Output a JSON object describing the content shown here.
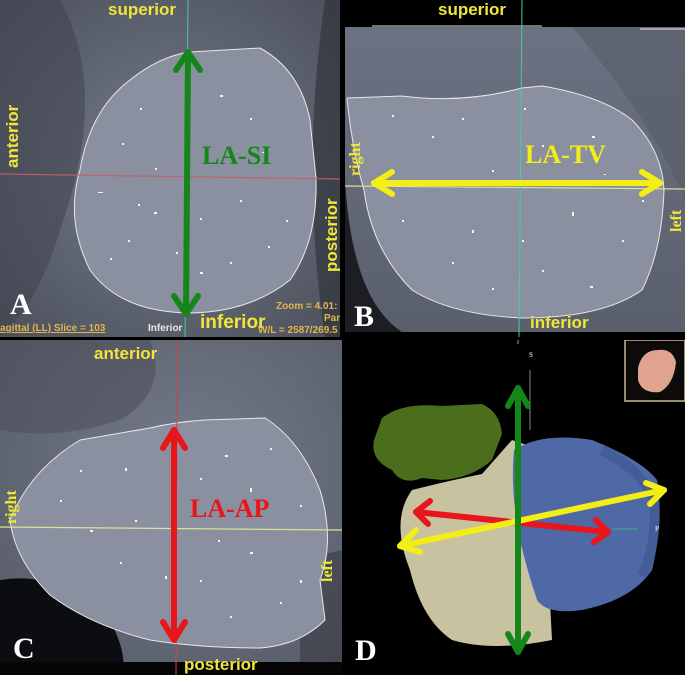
{
  "figure": {
    "colors": {
      "orientation_label": "#f0e63a",
      "panel_letter": "#ffffff",
      "la_si_arrow": "#15861a",
      "la_tv_arrow": "#f2ee16",
      "la_ap_arrow": "#e8161a",
      "ct_background": "#6f7584",
      "ct_region": "#8a90a0",
      "contour": "#e8e8e8",
      "render_green": "#4a6e1c",
      "render_beige": "#c9c2a0",
      "render_blue": "#4f68a6",
      "inset_pink": "#e0a48e"
    },
    "panels": [
      {
        "id": "A",
        "letter": "A",
        "view": "sagittal",
        "labels": {
          "top": "superior",
          "bottom": "inferior",
          "left": "anterior",
          "right": "posterior"
        },
        "measurement": "LA-SI",
        "overlay": {
          "slice": "agittal (LL) Slice = 103",
          "inferior": "Inferior",
          "zoom": "Zoom = 4.01:",
          "pan": "Par",
          "wl": "W/L = 2587/269.5"
        }
      },
      {
        "id": "B",
        "letter": "B",
        "view": "coronal",
        "labels": {
          "top": "superior",
          "bottom": "inferior",
          "left": "right",
          "right": "left"
        },
        "measurement": "LA-TV"
      },
      {
        "id": "C",
        "letter": "C",
        "view": "axial",
        "labels": {
          "top": "anterior",
          "bottom": "posterior",
          "left": "right",
          "right": "left"
        },
        "measurement": "LA-AP"
      },
      {
        "id": "D",
        "letter": "D",
        "view": "3d-reconstruction",
        "axis_markers": {
          "superior": "S",
          "posterior": "P"
        }
      }
    ]
  }
}
